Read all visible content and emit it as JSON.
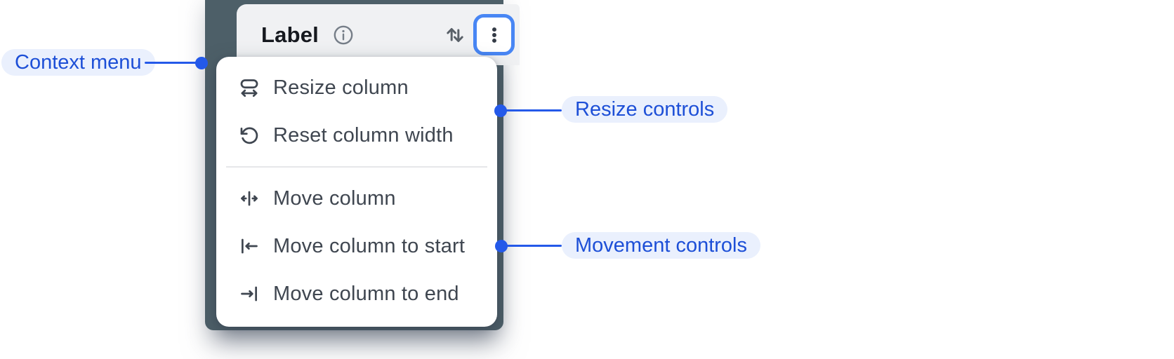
{
  "header": {
    "label": "Label",
    "info_icon": "info-icon",
    "sort_icon": "sort-arrows-icon",
    "menu_icon": "kebab-menu-icon"
  },
  "context_menu": {
    "groups": [
      {
        "name": "resize",
        "items": [
          {
            "icon": "resize-column-icon",
            "label": "Resize column"
          },
          {
            "icon": "reset-column-width-icon",
            "label": "Reset column width"
          }
        ]
      },
      {
        "name": "movement",
        "items": [
          {
            "icon": "move-column-icon",
            "label": "Move column"
          },
          {
            "icon": "move-column-to-start-icon",
            "label": "Move column to start"
          },
          {
            "icon": "move-column-to-end-icon",
            "label": "Move column to end"
          }
        ]
      }
    ]
  },
  "annotations": [
    {
      "label": "Context menu",
      "side": "left",
      "points_to": "context-menu"
    },
    {
      "label": "Resize controls",
      "side": "right",
      "points_to": "resize-group"
    },
    {
      "label": "Movement controls",
      "side": "right",
      "points_to": "movement-group"
    }
  ],
  "colors": {
    "annotation_blue": "#1d4fd7",
    "annotation_pill_bg": "#eaf0fd",
    "leader_line": "#2459e9",
    "focus_ring": "#4886f4",
    "backdrop": "#4d5f68",
    "header_bg": "#f0f1f3",
    "menu_bg": "#ffffff",
    "menu_text": "#3f4650",
    "divider": "#e6e7e9"
  }
}
